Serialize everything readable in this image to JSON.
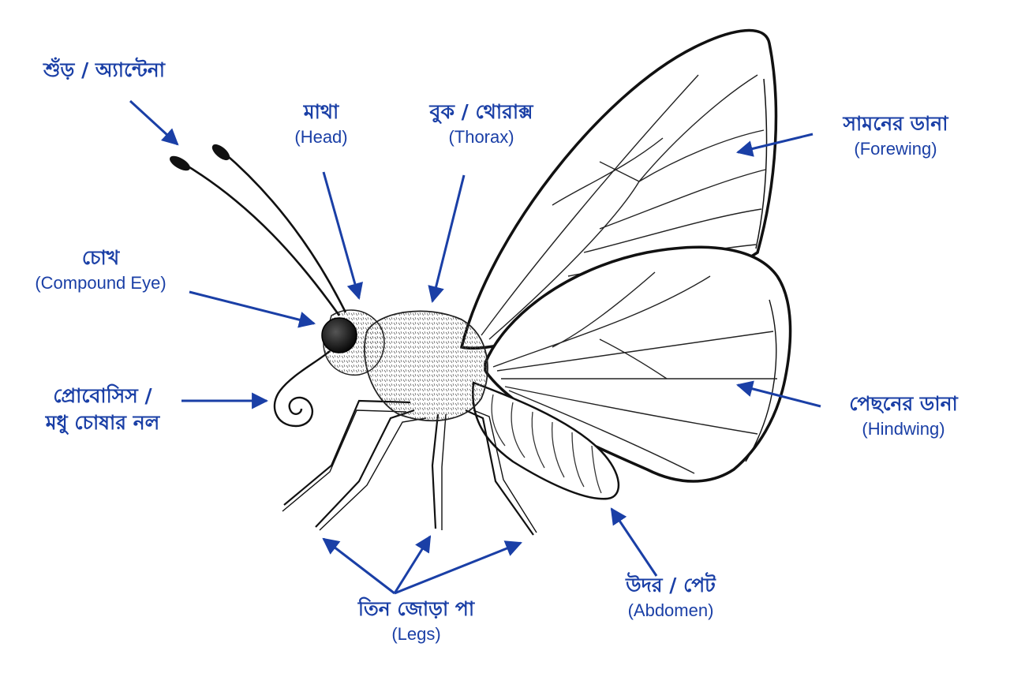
{
  "diagram": {
    "accent_color": "#1a3fa6",
    "line_color": "#222222",
    "labels": {
      "antenna": {
        "bn": "শুঁড় / অ্যান্টেনা",
        "en": ""
      },
      "head": {
        "bn": "মাথা",
        "en": "(Head)"
      },
      "thorax": {
        "bn": "বুক / থোরাক্স",
        "en": "(Thorax)"
      },
      "forewing": {
        "bn": "সামনের ডানা",
        "en": "(Forewing)"
      },
      "eye": {
        "bn": "চোখ",
        "en": "(Compound Eye)"
      },
      "proboscis": {
        "bn": "প্রোবোসিস /",
        "en": "মধু চোষার নল"
      },
      "hindwing": {
        "bn": "পেছনের ডানা",
        "en": "(Hindwing)"
      },
      "legs": {
        "bn": "তিন জোড়া পা",
        "en": "(Legs)"
      },
      "abdomen": {
        "bn": "উদর / পেট",
        "en": "(Abdomen)"
      }
    }
  }
}
